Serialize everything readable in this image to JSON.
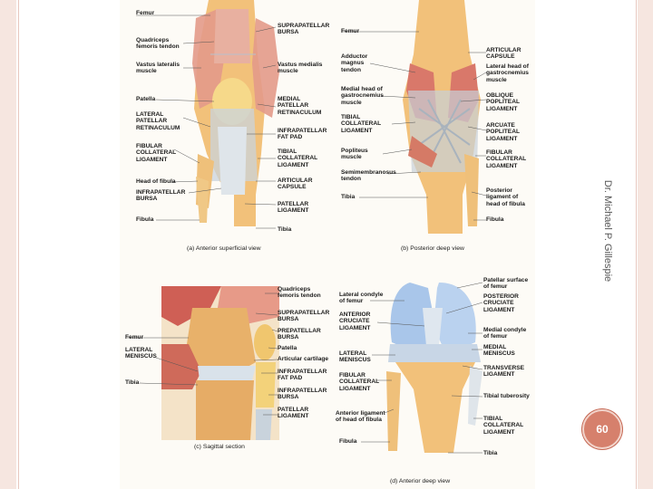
{
  "slide": {
    "author": "Dr. Michael P. Gillespie",
    "page_number": "60",
    "colors": {
      "frame": "#f6e6e0",
      "badge": "#d6806c"
    }
  },
  "panel_a": {
    "caption": "(a) Anterior superficial view",
    "labels": {
      "femur": "Femur",
      "quadriceps_tendon": "Quadriceps\nfemoris tendon",
      "vastus_lateralis": "Vastus lateralis\nmuscle",
      "patella": "Patella",
      "lateral_patellar_retinaculum": "LATERAL\nPATELLAR\nRETINACULUM",
      "fibular_collateral": "FIBULAR\nCOLLATERAL\nLIGAMENT",
      "head_of_fibula": "Head of fibula",
      "infrapatellar_bursa": "INFRAPATELLAR\nBURSA",
      "fibula": "Fibula",
      "suprapatellar_bursa": "SUPRAPATELLAR\nBURSA",
      "vastus_medialis": "Vastus medialis\nmuscle",
      "medial_patellar_retinaculum": "MEDIAL\nPATELLAR\nRETINACULUM",
      "infrapatellar_fat_pad": "INFRAPATELLAR\nFAT PAD",
      "tibial_collateral": "TIBIAL\nCOLLATERAL\nLIGAMENT",
      "articular_capsule": "ARTICULAR\nCAPSULE",
      "patellar_ligament": "PATELLAR\nLIGAMENT",
      "tibia": "Tibia"
    }
  },
  "panel_b": {
    "caption": "(b) Posterior deep view",
    "labels": {
      "femur": "Femur",
      "adductor_magnus": "Adductor\nmagnus\ntendon",
      "medial_gastrocnemius": "Medial head of\ngastrocnemius\nmuscle",
      "tibial_collateral": "TIBIAL\nCOLLATERAL\nLIGAMENT",
      "popliteus": "Popliteus\nmuscle",
      "semimembranosus": "Semimembranosus\ntendon",
      "tibia": "Tibia",
      "articular_capsule": "ARTICULAR\nCAPSULE",
      "lateral_gastrocnemius": "Lateral head of\ngastrocnemius\nmuscle",
      "oblique_popliteal": "OBLIQUE\nPOPLITEAL\nLIGAMENT",
      "arcuate_popliteal": "ARCUATE\nPOPLITEAL\nLIGAMENT",
      "fibular_collateral": "FIBULAR\nCOLLATERAL\nLIGAMENT",
      "posterior_ligament_fibula": "Posterior\nligament of\nhead of fibula",
      "fibula": "Fibula"
    }
  },
  "panel_c": {
    "caption": "(c) Sagittal section",
    "labels": {
      "femur": "Femur",
      "lateral_meniscus": "LATERAL\nMENISCUS",
      "tibia": "Tibia",
      "quadriceps_tendon": "Quadriceps\nfemoris tendon",
      "suprapatellar_bursa": "SUPRAPATELLAR\nBURSA",
      "prepatellar_bursa": "PREPATELLAR\nBURSA",
      "patella": "Patella",
      "articular_cartilage": "Articular cartilage",
      "infrapatellar_fat_pad": "INFRAPATELLAR\nFAT PAD",
      "infrapatellar_bursa": "INFRAPATELLAR\nBURSA",
      "patellar_ligament": "PATELLAR\nLIGAMENT"
    }
  },
  "panel_d": {
    "caption": "(d) Anterior deep view",
    "labels": {
      "lateral_condyle": "Lateral condyle\nof femur",
      "anterior_cruciate": "ANTERIOR\nCRUCIATE\nLIGAMENT",
      "lateral_meniscus": "LATERAL\nMENISCUS",
      "fibular_collateral": "FIBULAR\nCOLLATERAL\nLIGAMENT",
      "anterior_ligament_fibula": "Anterior ligament\nof head of fibula",
      "fibula": "Fibula",
      "patellar_surface": "Patellar surface\nof femur",
      "posterior_cruciate": "POSTERIOR\nCRUCIATE\nLIGAMENT",
      "medial_condyle": "Medial condyle\nof femur",
      "medial_meniscus": "MEDIAL\nMENISCUS",
      "transverse_ligament": "TRANSVERSE\nLIGAMENT",
      "tibial_tuberosity": "Tibial tuberosity",
      "tibial_collateral": "TIBIAL\nCOLLATERAL\nLIGAMENT",
      "tibia": "Tibia"
    }
  }
}
